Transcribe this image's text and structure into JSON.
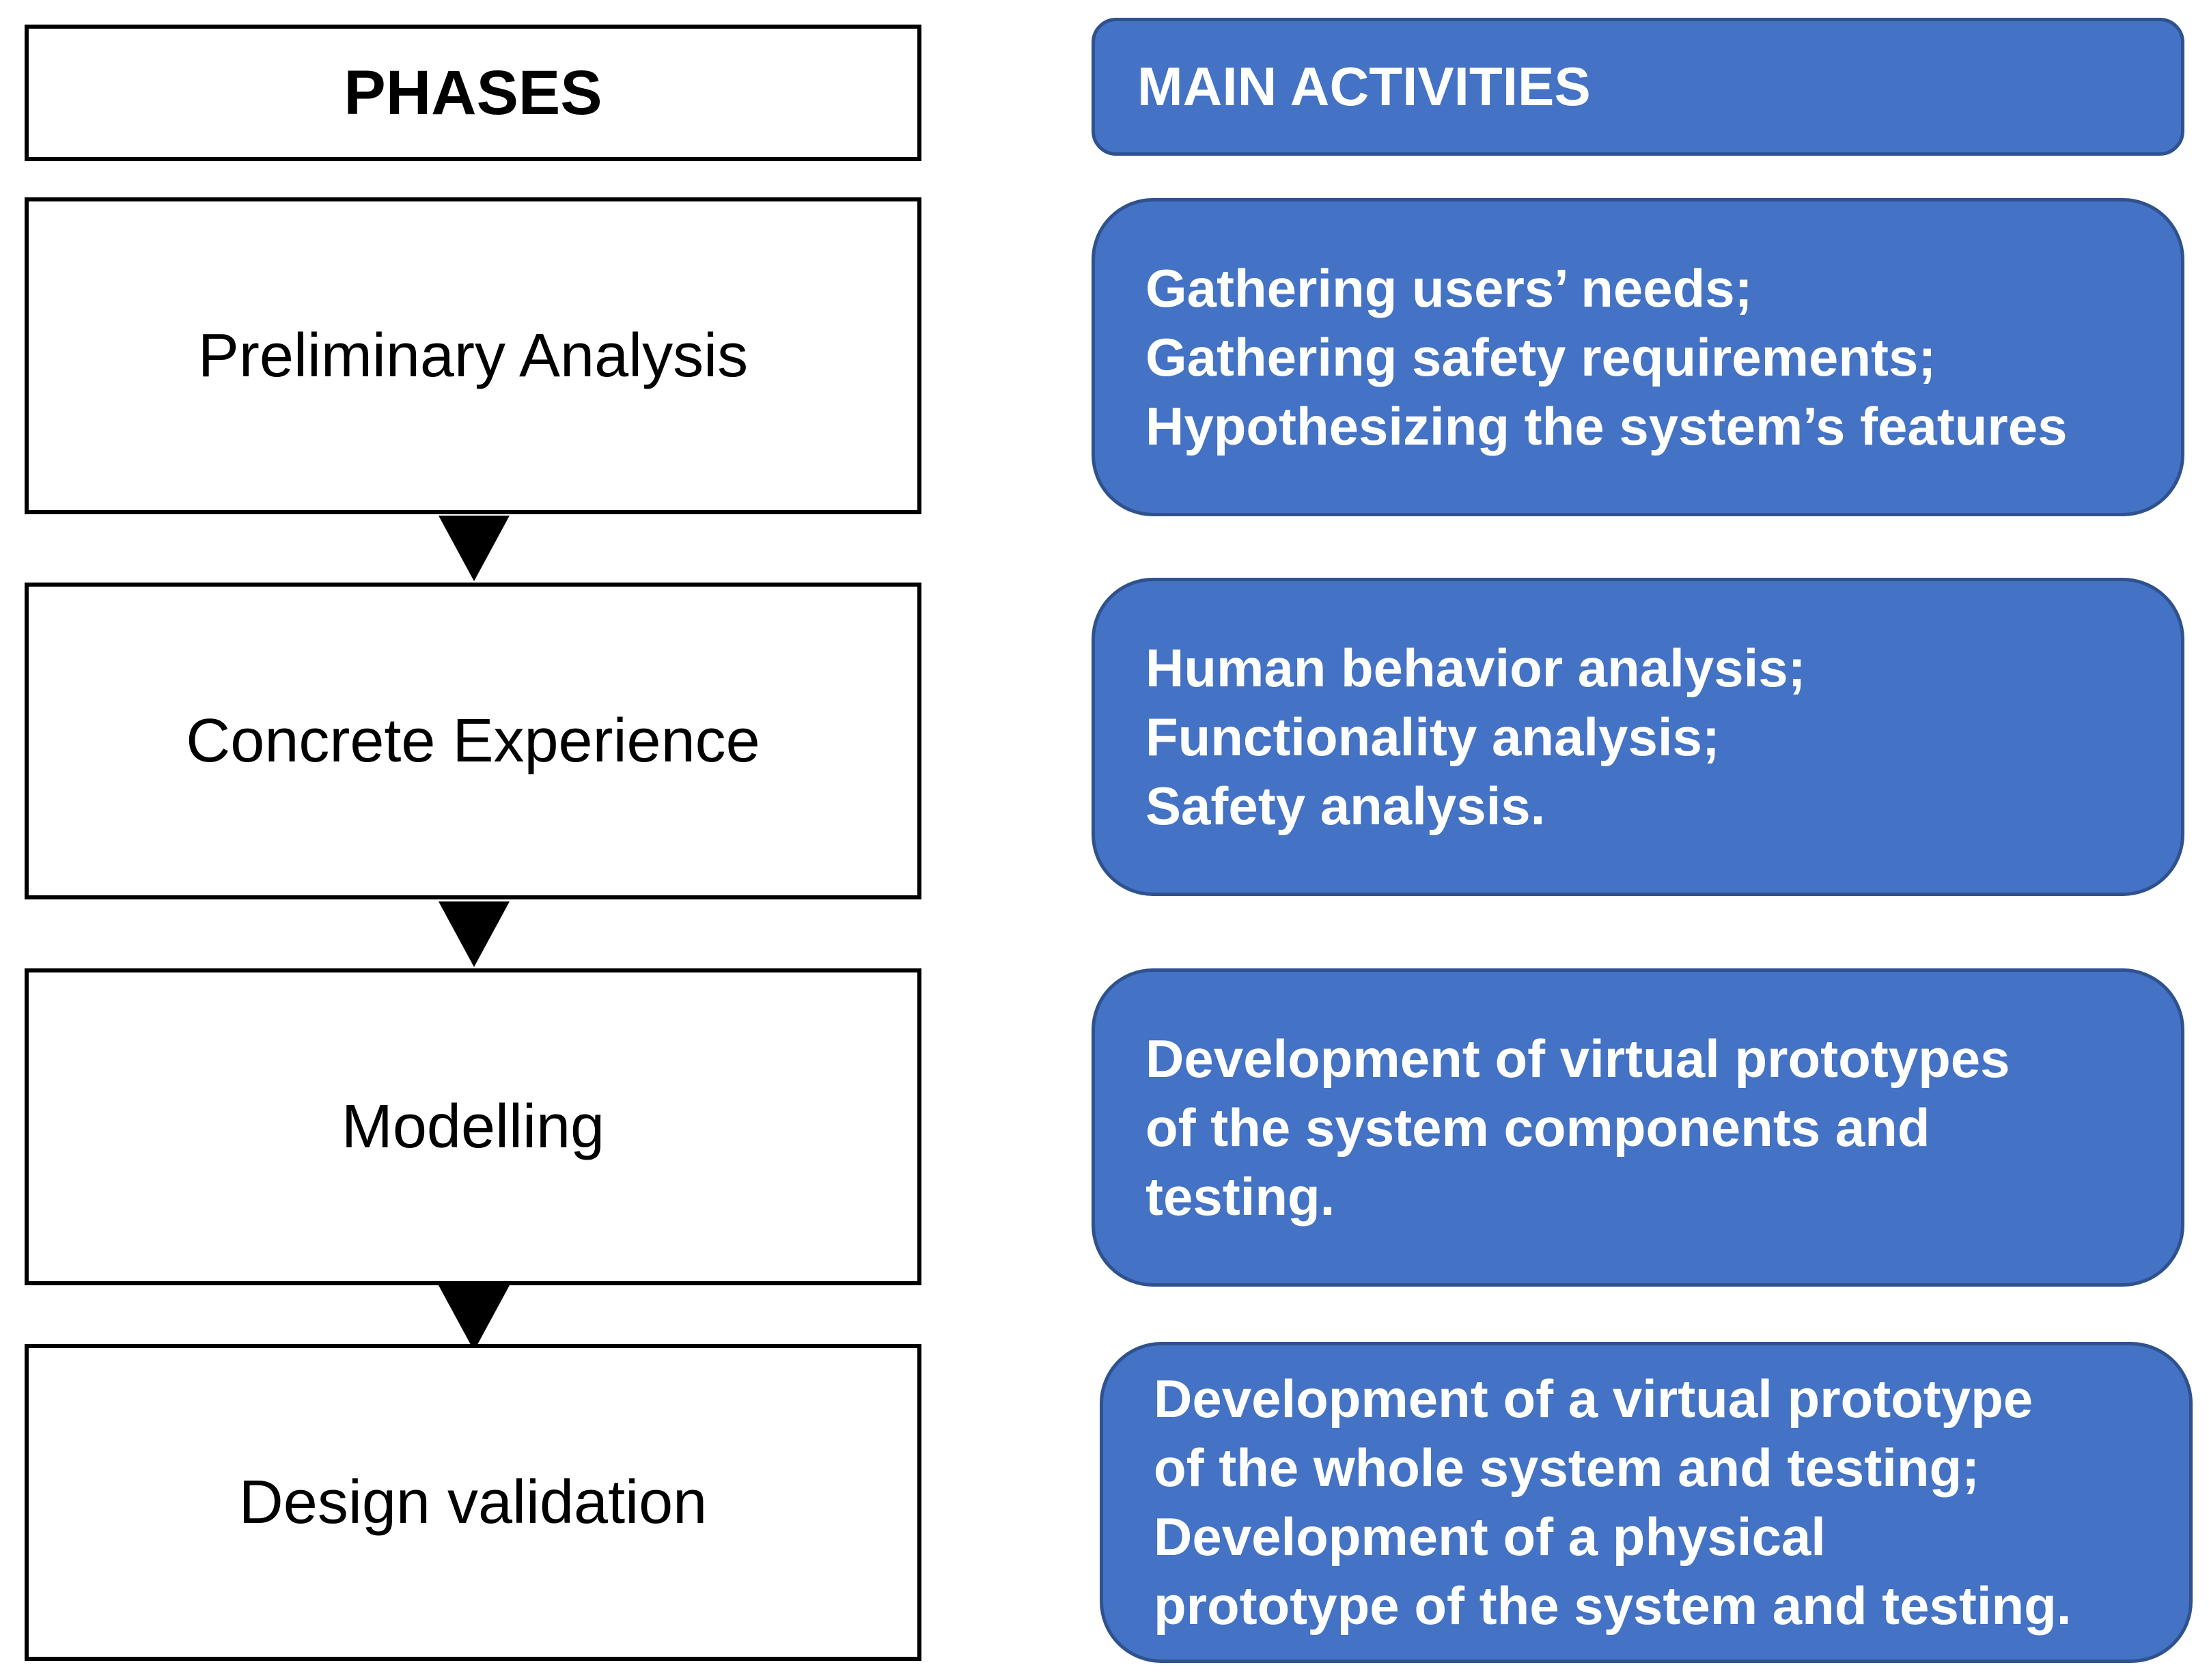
{
  "phases": {
    "header": "PHASES",
    "items": [
      "Preliminary Analysis",
      "Concrete Experience",
      "Modelling",
      "Design validation"
    ]
  },
  "activities": {
    "header": "MAIN ACTIVITIES",
    "items": [
      {
        "lines": [
          "Gathering users’ needs;",
          "Gathering safety requirements;",
          "Hypothesizing the system’s features"
        ]
      },
      {
        "lines": [
          "Human behavior analysis;",
          "Functionality analysis;",
          "Safety analysis."
        ]
      },
      {
        "lines": [
          "Development of virtual prototypes",
          "of the system components and",
          "testing."
        ]
      },
      {
        "lines": [
          "Development of a virtual prototype",
          "of the whole system and testing;",
          "Development of a physical",
          "prototype of the system and testing."
        ]
      }
    ]
  },
  "colors": {
    "activity_fill": "#4472c4",
    "activity_border": "#2f528f",
    "phase_border": "#000000"
  }
}
